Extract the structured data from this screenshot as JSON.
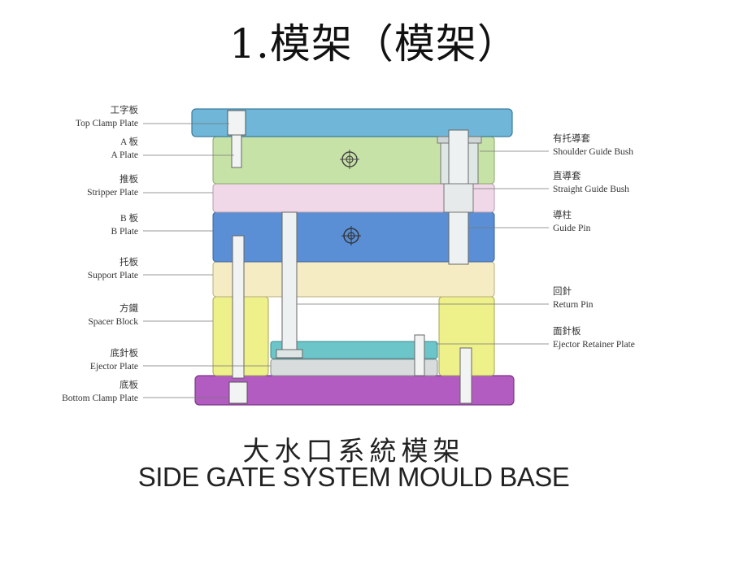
{
  "title": "1.模架（模架）",
  "labels_left": [
    {
      "cn": "工字板",
      "en": "Top Clamp Plate"
    },
    {
      "cn": "A 板",
      "en": "A Plate"
    },
    {
      "cn": "推板",
      "en": "Stripper Plate"
    },
    {
      "cn": "B 板",
      "en": "B Plate"
    },
    {
      "cn": "托板",
      "en": "Support Plate"
    },
    {
      "cn": "方鐵",
      "en": "Spacer Block"
    },
    {
      "cn": "底針板",
      "en": "Ejector Plate"
    },
    {
      "cn": "底板",
      "en": "Bottom Clamp Plate"
    }
  ],
  "labels_right": [
    {
      "cn": "有托導套",
      "en": "Shoulder Guide Bush"
    },
    {
      "cn": "直導套",
      "en": "Straight Guide Bush"
    },
    {
      "cn": "導柱",
      "en": "Guide Pin"
    },
    {
      "cn": "回針",
      "en": "Return Pin"
    },
    {
      "cn": "面針板",
      "en": "Ejector Retainer Plate"
    }
  ],
  "caption_cn": "大水口系統模架",
  "caption_en": "SIDE GATE SYSTEM MOULD BASE",
  "colors": {
    "top_clamp": "#6fb6d8",
    "a_plate": "#c7e2a6",
    "stripper": "#f0d8e8",
    "b_plate": "#5a8fd6",
    "support": "#f6ecc3",
    "spacer": "#eef08a",
    "ejector_retainer": "#6cc5c9",
    "ejector": "#d8dcdc",
    "bottom_clamp": "#b25bc0"
  }
}
